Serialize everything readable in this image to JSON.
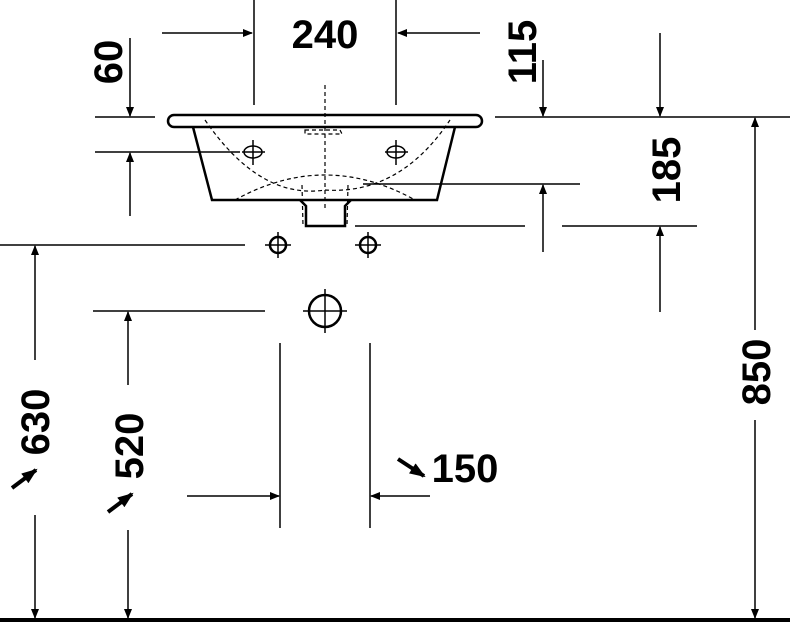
{
  "drawing": {
    "dimensions": {
      "tap_hole_spacing": "240",
      "rim_to_tap_offset": "115",
      "rim_height_top": "60",
      "basin_depth": "185",
      "rim_height_floor": "850",
      "supply_height": "630",
      "waste_height": "520",
      "waste_width": "150"
    },
    "colors": {
      "line": "#000000",
      "background": "#ffffff"
    }
  }
}
